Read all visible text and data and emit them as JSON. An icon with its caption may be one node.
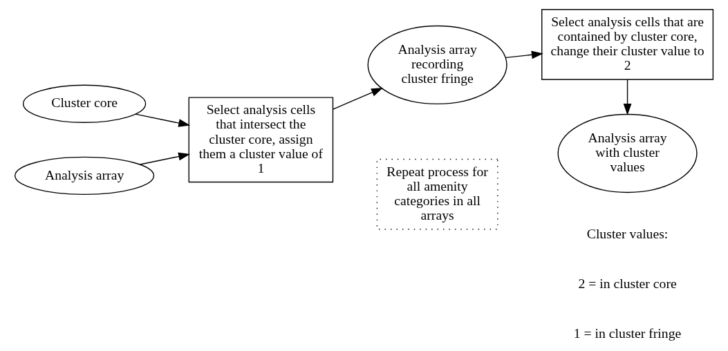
{
  "diagram": {
    "nodes": [
      {
        "text": [
          "Cluster core"
        ]
      },
      {
        "text": [
          "Analysis array"
        ]
      },
      {
        "text": [
          "Select analysis cells that intersect the cluster core, assign them a cluster value of 1"
        ]
      },
      {
        "text": [
          "Analysis array recording cluster fringe"
        ]
      },
      {
        "text": [
          "Select analysis cells that are contained by cluster core, change their cluster value to 2"
        ]
      },
      {
        "text": [
          "Analysis array with cluster values"
        ]
      },
      {
        "text": [
          "Repeat process for all amenity categories in all arrays"
        ]
      }
    ],
    "edges": [
      {
        "from": 0,
        "to": 2,
        "arrow": "to"
      },
      {
        "from": 1,
        "to": 2,
        "arrow": "to"
      },
      {
        "from": 2,
        "to": 3,
        "arrow": "to"
      },
      {
        "from": 3,
        "to": 4,
        "arrow": "to"
      },
      {
        "from": 4,
        "to": 5,
        "arrow": "to"
      }
    ],
    "labels": [
      "Cluster values:",
      "2 = in cluster core",
      "1 = in cluster fringe"
    ]
  }
}
